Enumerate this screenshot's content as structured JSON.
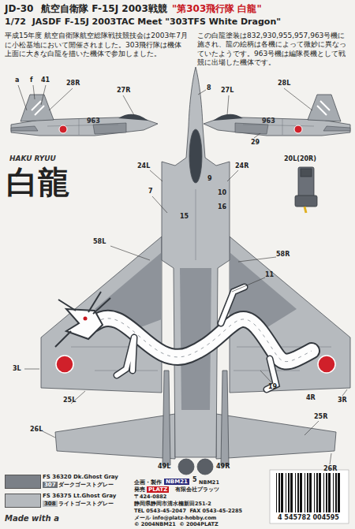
{
  "diagram": {
    "title": "航空自衛隊 F-15J 2003戦競",
    "labels": [
      "JD-30",
      "\"第303飛行隊 白龍\"",
      "1/72  JASDF F-15J 2003TAC Meet \"303TFS White Dragon\"",
      "平成15年度 航空自衛隊航空総隊戦技競技会は2003年7月に小松基地において開催されました。303飛行隊は機体上面に大きな白龍を描いた機体で参加しました。",
      "この白龍塗装は832,930,955,957,963号機に施され、龍の絵柄は各機によって微妙に異なっていたようです。963号機は編隊長機として戦競に出場した機体です。",
      "a",
      "f",
      "41",
      "28R",
      "27R",
      "963",
      "27L",
      "28L",
      "963",
      "29",
      "8",
      "HAKU RYUU",
      "白龍",
      "20L(20R)",
      "24L",
      "24R",
      "7",
      "9",
      "10",
      "16",
      "15",
      "58L",
      "58R",
      "11",
      "3L",
      "3R",
      "19",
      "4R",
      "25L",
      "25R",
      "26L",
      "26R",
      "49L",
      "49R",
      "5",
      "307",
      "ダークゴーストグレー",
      "308",
      "ライトゴーストグレー",
      "Made with a",
      "企画・製作",
      "NBM21",
      "NBM21",
      "発売",
      "PLATZ",
      "有限会社プラッツ",
      "〒424-0882",
      "静岡県静岡市清水楠新田251-2",
      "TEL 0543-45-2047  FAX 0543-45-2285",
      "メール info@platz-hobby.com",
      "© 2004NBM21  © 2004PLATZ",
      "4 545782 004595"
    ],
    "legend": [
      {
        "text": "FS 36320 Dk.Ghost Gray",
        "color": "#7b8087"
      },
      {
        "text": "FS 36375 Lt.Ghost Gray",
        "color": "#b5b9bd"
      }
    ]
  }
}
